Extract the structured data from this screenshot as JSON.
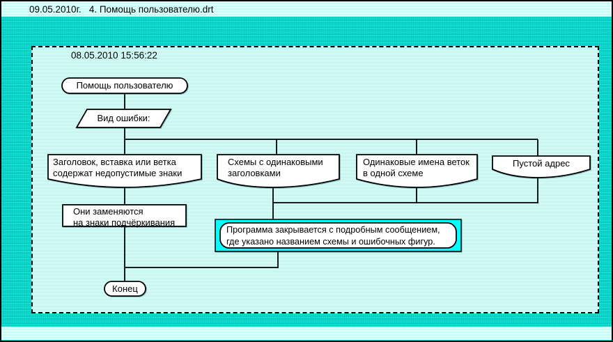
{
  "window": {
    "title": "09.05.2010г.   4. Помощь пользователю.drt"
  },
  "canvas": {
    "timestamp": "08.05.2010 15:56:22"
  },
  "diagram": {
    "start_label": "Помощь пользователю",
    "question_label": "Вид ошибки:",
    "branches": [
      {
        "line1": "Заголовок, вставка или ветка",
        "line2": "содержат недопустимые знаки"
      },
      {
        "line1": "Схемы с одинаковыми",
        "line2": "заголовками"
      },
      {
        "line1": "Одинаковые имена веток",
        "line2": "в одной схеме"
      },
      {
        "line1": "Пустой адрес",
        "line2": ""
      }
    ],
    "action": {
      "line1": "Они заменяются",
      "line2": "на знаки подчёркивания"
    },
    "highlighted_message": {
      "line1": "Программа закрывается с подробным сообщением,",
      "line2": "где указано названием схемы и ошибочных фигур."
    },
    "end_label": "Конец"
  },
  "colors": {
    "background_teal": "#00cdc4",
    "titlebar_bg": "#d2fdf9",
    "panel_bg": "#cdf7f3",
    "shape_fill": "#ffffff",
    "highlight_fill": "#00ffff",
    "line_color": "#000000"
  }
}
